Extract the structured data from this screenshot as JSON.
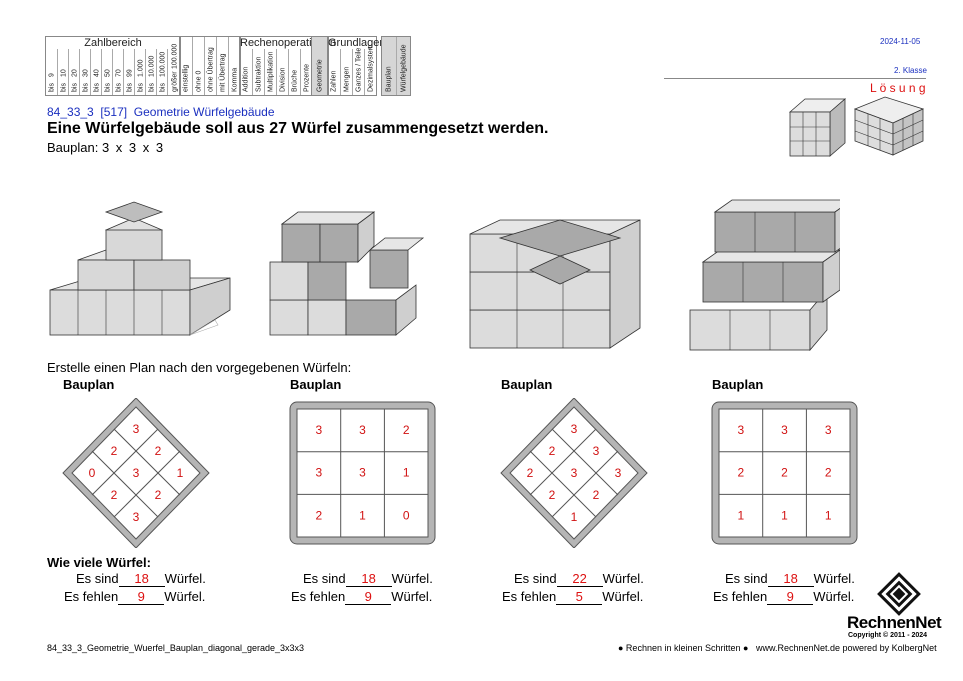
{
  "header": {
    "groups": [
      {
        "title": "Zahlbereich",
        "cols": [
          [
            "bis",
            "9"
          ],
          [
            "bis",
            "10"
          ],
          [
            "bis",
            "20"
          ],
          [
            "bis",
            "30"
          ],
          [
            "bis",
            "40"
          ],
          [
            "bis",
            "50"
          ],
          [
            "bis",
            "70"
          ],
          [
            "bis",
            "99"
          ],
          [
            "bis",
            "1.000"
          ],
          [
            "bis",
            "10.000"
          ],
          [
            "bis",
            "100.000"
          ],
          [
            "größer",
            "100.000"
          ]
        ]
      },
      {
        "title": "",
        "cols": [
          [
            "einstellig"
          ],
          [
            "ohne 0"
          ],
          [
            "ohne Übertrag"
          ],
          [
            "mit Übertrag"
          ],
          [
            "Komma"
          ]
        ]
      },
      {
        "title": "Rechenoperationen",
        "cols": [
          [
            "Addition"
          ],
          [
            "Subtraktion"
          ],
          [
            "Multiplikation"
          ],
          [
            "Division"
          ],
          [
            "Brüche"
          ],
          [
            "Prozente"
          ]
        ]
      },
      {
        "title": "",
        "cols": [
          [
            "Geometrie"
          ]
        ]
      },
      {
        "title": "Grundlagen",
        "cols": [
          [
            "Zahlen"
          ],
          [
            "Mengen"
          ],
          [
            "Ganzes / Teile"
          ],
          [
            "Dezimalsystem"
          ]
        ]
      },
      {
        "title": "",
        "cols": [
          [
            "Bauplan"
          ],
          [
            "Würfelgebäude"
          ]
        ]
      }
    ],
    "date": "2024-11-05",
    "grade": "2. Klasse",
    "solution": "L ö s u n g"
  },
  "meta": {
    "code": "84_33_3",
    "number": "[517]",
    "topic": "Geometrie Würfelgebäude"
  },
  "title": "Eine Würfelgebäude soll aus 27 Würfel zusammengesetzt werden.",
  "bauplan_line": {
    "label": "Bauplan:",
    "value": "3 x 3 x 3"
  },
  "instruction": "Erstelle einen Plan nach den vorgegebenen Würfeln:",
  "plans": [
    {
      "title": "Bauplan",
      "type": "diagonal",
      "grid": [
        [
          "3",
          "2",
          "1"
        ],
        [
          "2",
          "3",
          "2"
        ],
        [
          "0",
          "2",
          "3"
        ]
      ],
      "count": "18",
      "missing": "9"
    },
    {
      "title": "Bauplan",
      "type": "straight",
      "grid": [
        [
          "3",
          "3",
          "2"
        ],
        [
          "3",
          "3",
          "1"
        ],
        [
          "2",
          "1",
          "0"
        ]
      ],
      "count": "18",
      "missing": "9"
    },
    {
      "title": "Bauplan",
      "type": "diagonal",
      "grid": [
        [
          "3",
          "3",
          "3"
        ],
        [
          "2",
          "3",
          "2"
        ],
        [
          "2",
          "2",
          "1"
        ]
      ],
      "count": "22",
      "missing": "5"
    },
    {
      "title": "Bauplan",
      "type": "straight",
      "grid": [
        [
          "3",
          "3",
          "3"
        ],
        [
          "2",
          "2",
          "2"
        ],
        [
          "1",
          "1",
          "1"
        ]
      ],
      "count": "18",
      "missing": "9"
    }
  ],
  "question": "Wie viele Würfel:",
  "answer_text": {
    "sind_pre": "Es sind",
    "fehlen_pre": "Es fehlen",
    "suffix": "Würfel."
  },
  "footer": {
    "file": "84_33_3_Geometrie_Wuerfel_Bauplan_diagonal_gerade_3x3x3",
    "tagline": "● Rechnen in kleinen Schritten ●",
    "site": "www.RechnenNet.de powered by KolbergNet",
    "brand": "RechnenNet",
    "copyright": "Copyright © 2011 - 2024"
  },
  "colors": {
    "red": "#d11111",
    "blue": "#1a2fbf",
    "cube_light": "#e0e0e0",
    "cube_dark": "#a9a9a9"
  }
}
